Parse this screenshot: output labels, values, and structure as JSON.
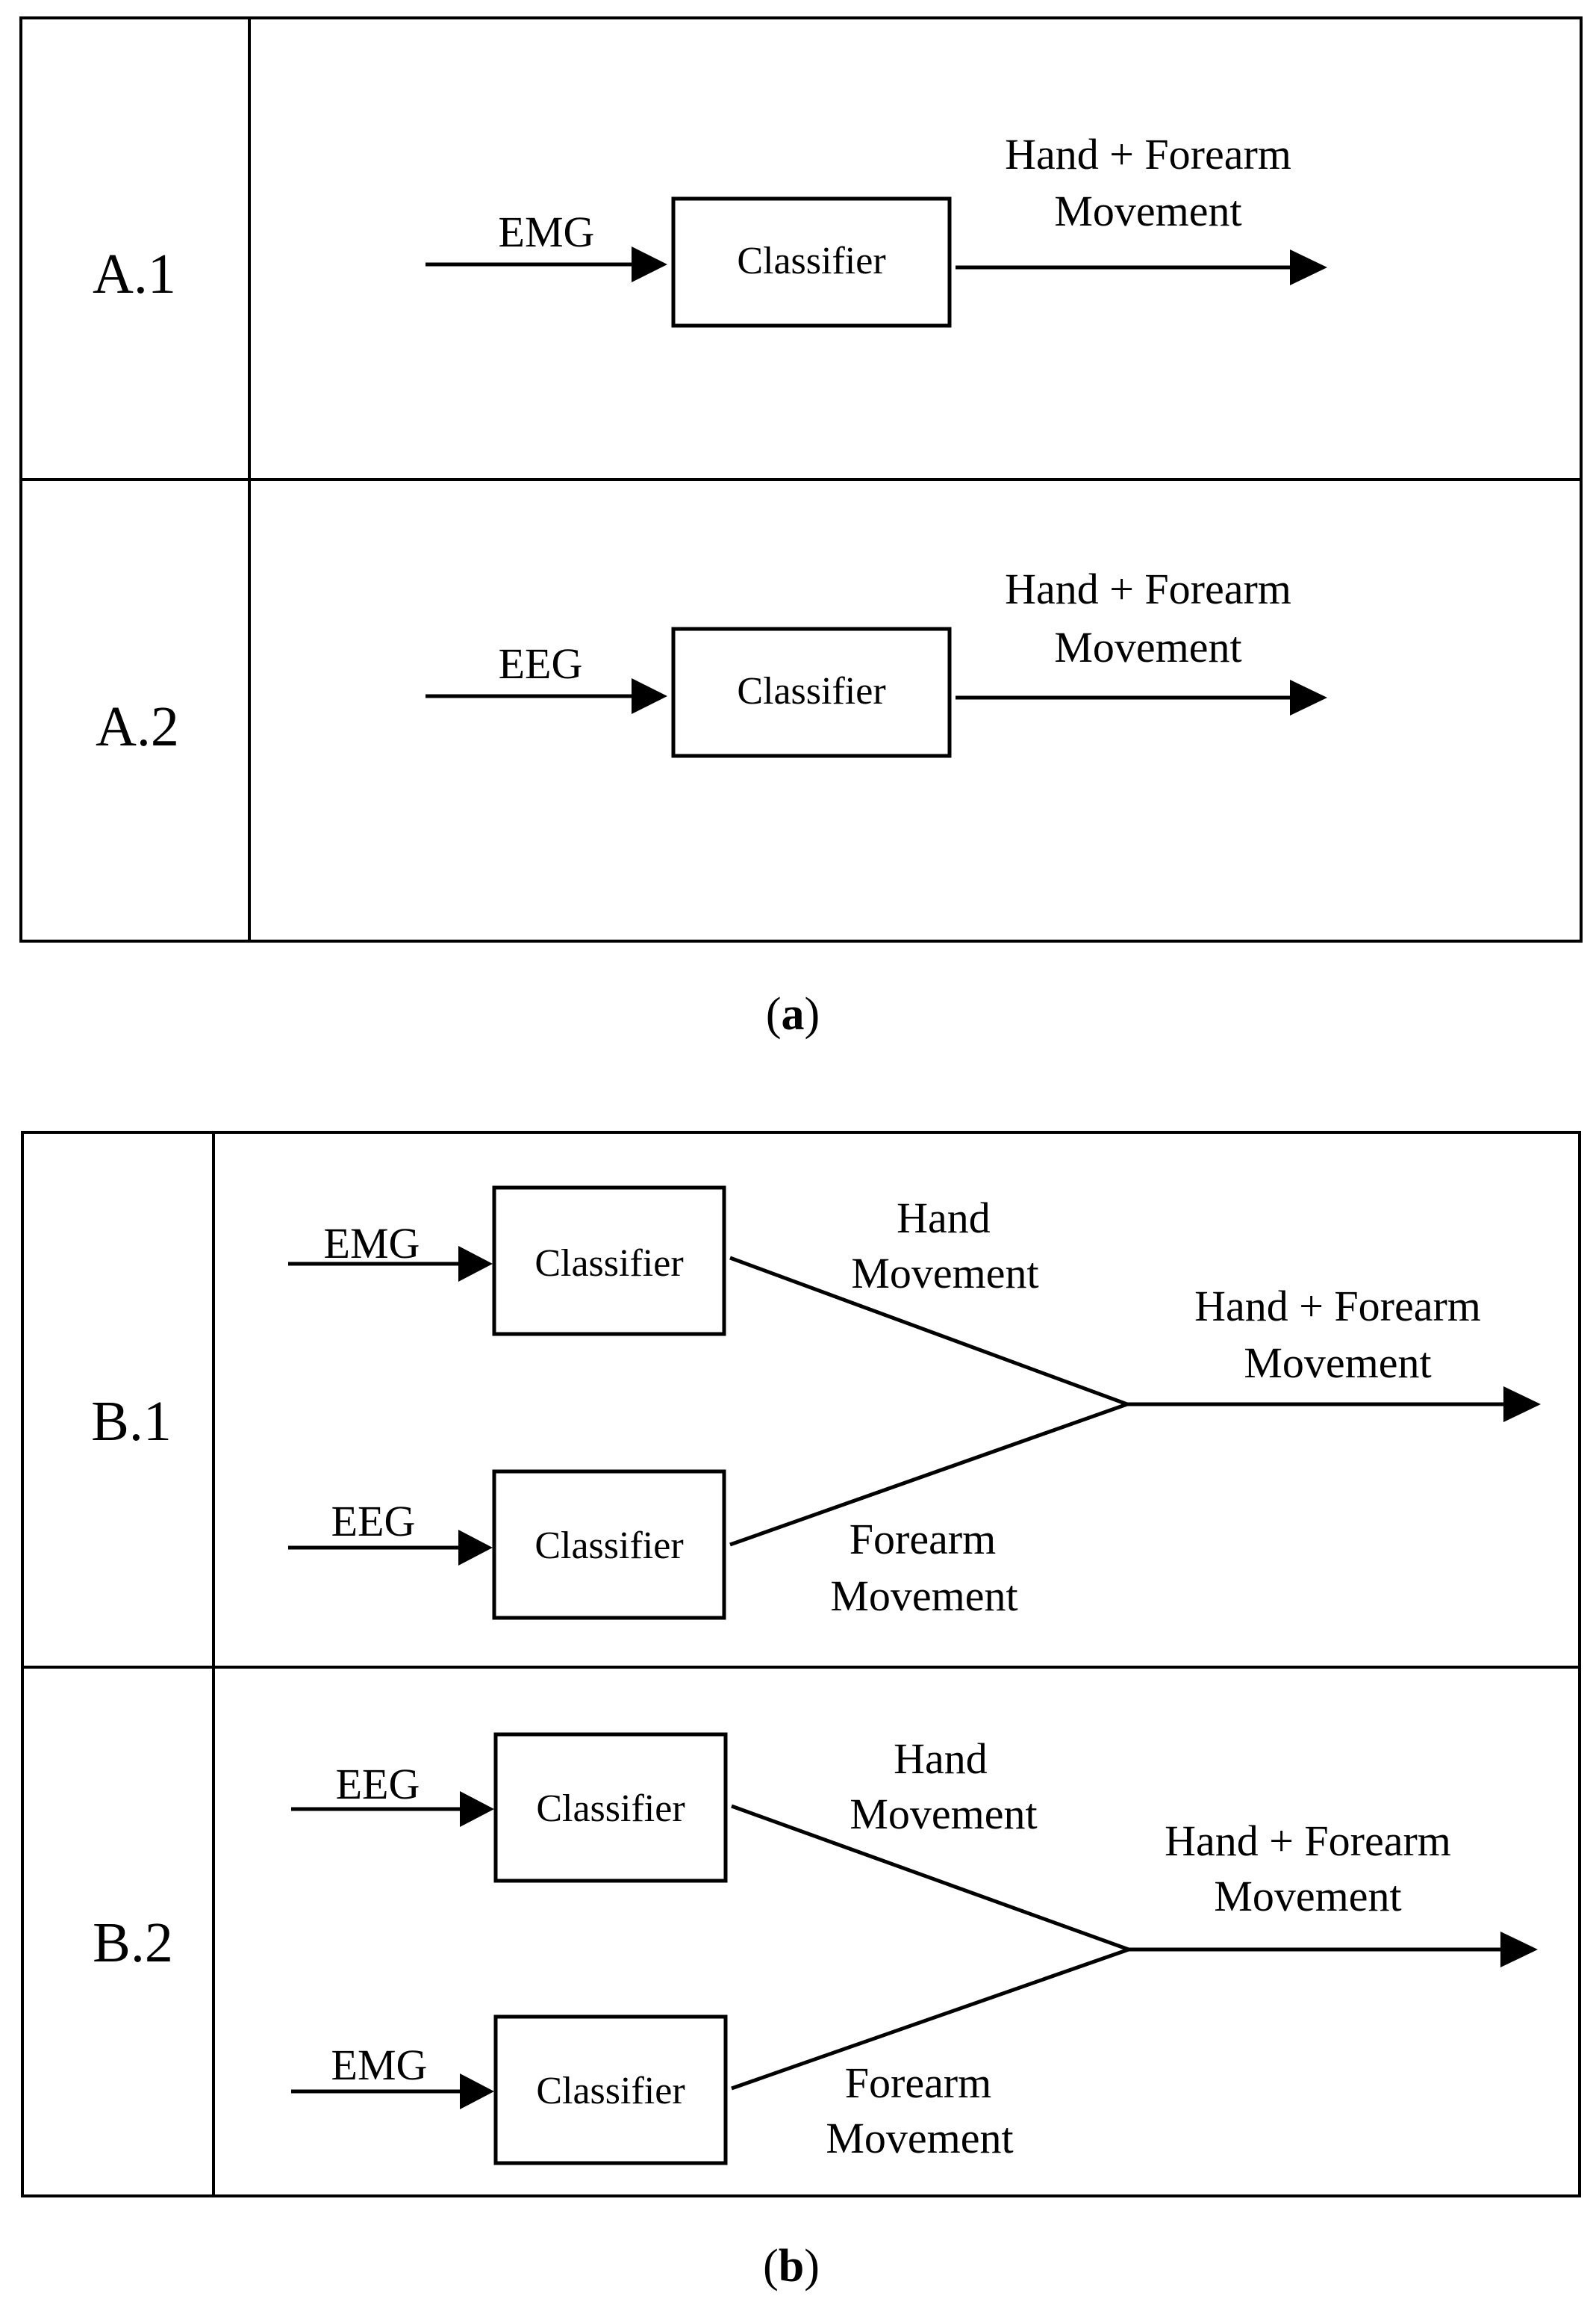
{
  "panel_a": {
    "caption_letter": "a",
    "rows": [
      {
        "label": "A.1",
        "input": "EMG",
        "classifier": "Classifier",
        "output_line1": "Hand + Forearm",
        "output_line2": "Movement"
      },
      {
        "label": "A.2",
        "input": "EEG",
        "classifier": "Classifier",
        "output_line1": "Hand + Forearm",
        "output_line2": "Movement"
      }
    ]
  },
  "panel_b": {
    "caption_letter": "b",
    "rows": [
      {
        "label": "B.1",
        "top_input": "EMG",
        "top_classifier": "Classifier",
        "top_output_line1": "Hand",
        "top_output_line2": "Movement",
        "bottom_input": "EEG",
        "bottom_classifier": "Classifier",
        "bottom_output_line1": "Forearm",
        "bottom_output_line2": "Movement",
        "output_line1": "Hand + Forearm",
        "output_line2": "Movement"
      },
      {
        "label": "B.2",
        "top_input": "EEG",
        "top_classifier": "Classifier",
        "top_output_line1": "Hand",
        "top_output_line2": "Movement",
        "bottom_input": "EMG",
        "bottom_classifier": "Classifier",
        "bottom_output_line1": "Forearm",
        "bottom_output_line2": "Movement",
        "output_line1": "Hand + Forearm",
        "output_line2": "Movement"
      }
    ]
  }
}
